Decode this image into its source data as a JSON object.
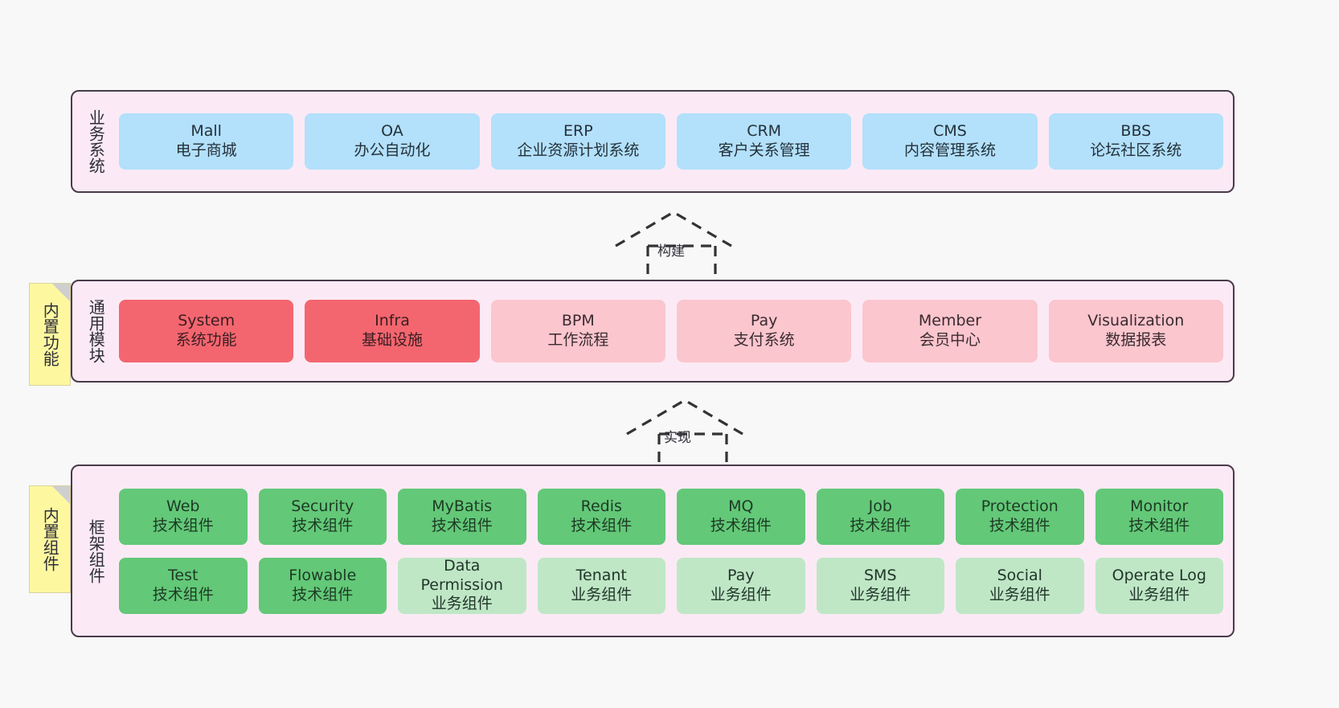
{
  "diagram": {
    "background_color": "#f8f8f8",
    "band_fill": "#fbeaf5",
    "band_border": "#4a3b4a",
    "note_fill": "#fdf8a0",
    "colors": {
      "blue": "#b3e0fb",
      "red": "#f4666f",
      "pink": "#fbc6ce",
      "green": "#63c878",
      "light_green": "#bfe7c6"
    }
  },
  "layers": {
    "business": {
      "title": "业务系统",
      "cards": [
        {
          "name": "Mall",
          "desc": "电子商城"
        },
        {
          "name": "OA",
          "desc": "办公自动化"
        },
        {
          "name": "ERP",
          "desc": "企业资源计划系统"
        },
        {
          "name": "CRM",
          "desc": "客户关系管理"
        },
        {
          "name": "CMS",
          "desc": "内容管理系统"
        },
        {
          "name": "BBS",
          "desc": "论坛社区系统"
        }
      ]
    },
    "common": {
      "title": "通用模块",
      "note": "内置功能",
      "cards": [
        {
          "name": "System",
          "desc": "系统功能"
        },
        {
          "name": "Infra",
          "desc": "基础设施"
        },
        {
          "name": "BPM",
          "desc": "工作流程"
        },
        {
          "name": "Pay",
          "desc": "支付系统"
        },
        {
          "name": "Member",
          "desc": "会员中心"
        },
        {
          "name": "Visualization",
          "desc": "数据报表"
        }
      ]
    },
    "framework": {
      "title": "框架组件",
      "note": "内置组件",
      "row1": [
        {
          "name": "Web",
          "desc": "技术组件"
        },
        {
          "name": "Security",
          "desc": "技术组件"
        },
        {
          "name": "MyBatis",
          "desc": "技术组件"
        },
        {
          "name": "Redis",
          "desc": "技术组件"
        },
        {
          "name": "MQ",
          "desc": "技术组件"
        },
        {
          "name": "Job",
          "desc": "技术组件"
        },
        {
          "name": "Protection",
          "desc": "技术组件"
        },
        {
          "name": "Monitor",
          "desc": "技术组件"
        }
      ],
      "row2": [
        {
          "name": "Test",
          "desc": "技术组件"
        },
        {
          "name": "Flowable",
          "desc": "技术组件"
        },
        {
          "name": "Data Permission",
          "desc": "业务组件"
        },
        {
          "name": "Tenant",
          "desc": "业务组件"
        },
        {
          "name": "Pay",
          "desc": "业务组件"
        },
        {
          "name": "SMS",
          "desc": "业务组件"
        },
        {
          "name": "Social",
          "desc": "业务组件"
        },
        {
          "name": "Operate Log",
          "desc": "业务组件"
        }
      ]
    }
  },
  "connectors": {
    "build": {
      "label": "构建",
      "style": "dashed-generalization-up"
    },
    "realize": {
      "label": "实现",
      "style": "dashed-generalization-up"
    }
  }
}
